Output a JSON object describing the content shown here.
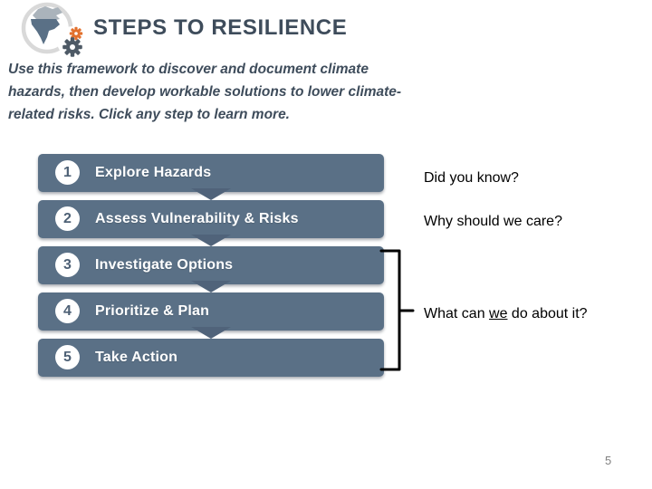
{
  "header": {
    "title": "STEPS TO RESILIENCE"
  },
  "intro": {
    "line1": "Use this framework to discover and document climate",
    "line2": "hazards, then develop workable solutions to lower climate-",
    "line3": "related risks. Click any step to learn more.",
    "full_text": "Use this framework to discover and document climate hazards, then develop workable solutions to lower climate-related risks. Click any step to learn more."
  },
  "steps": [
    {
      "number": "1",
      "label": "Explore Hazards"
    },
    {
      "number": "2",
      "label": "Assess Vulnerability & Risks"
    },
    {
      "number": "3",
      "label": "Investigate Options"
    },
    {
      "number": "4",
      "label": "Prioritize & Plan"
    },
    {
      "number": "5",
      "label": "Take Action"
    }
  ],
  "questions": {
    "q1": "Did you know?",
    "q2": "Why should we care?",
    "q3_prefix": "What can ",
    "q3_emphasis": "we",
    "q3_suffix": " do about it?"
  },
  "page_number": "5",
  "colors": {
    "banner": "#5a7086",
    "banner_connector": "#50637a",
    "title_text": "#3e4c5b",
    "step_text": "#ffffff",
    "number_text": "#4d6075",
    "question_text": "#000000",
    "bracket": "#000000",
    "logo_ring": "#d9d9d9",
    "logo_continent_light": "#aab3bb",
    "logo_continent_dark": "#5a7086",
    "gear_orange": "#e2702d",
    "gear_gray": "#4e5a66",
    "page_number_text": "#808080"
  }
}
